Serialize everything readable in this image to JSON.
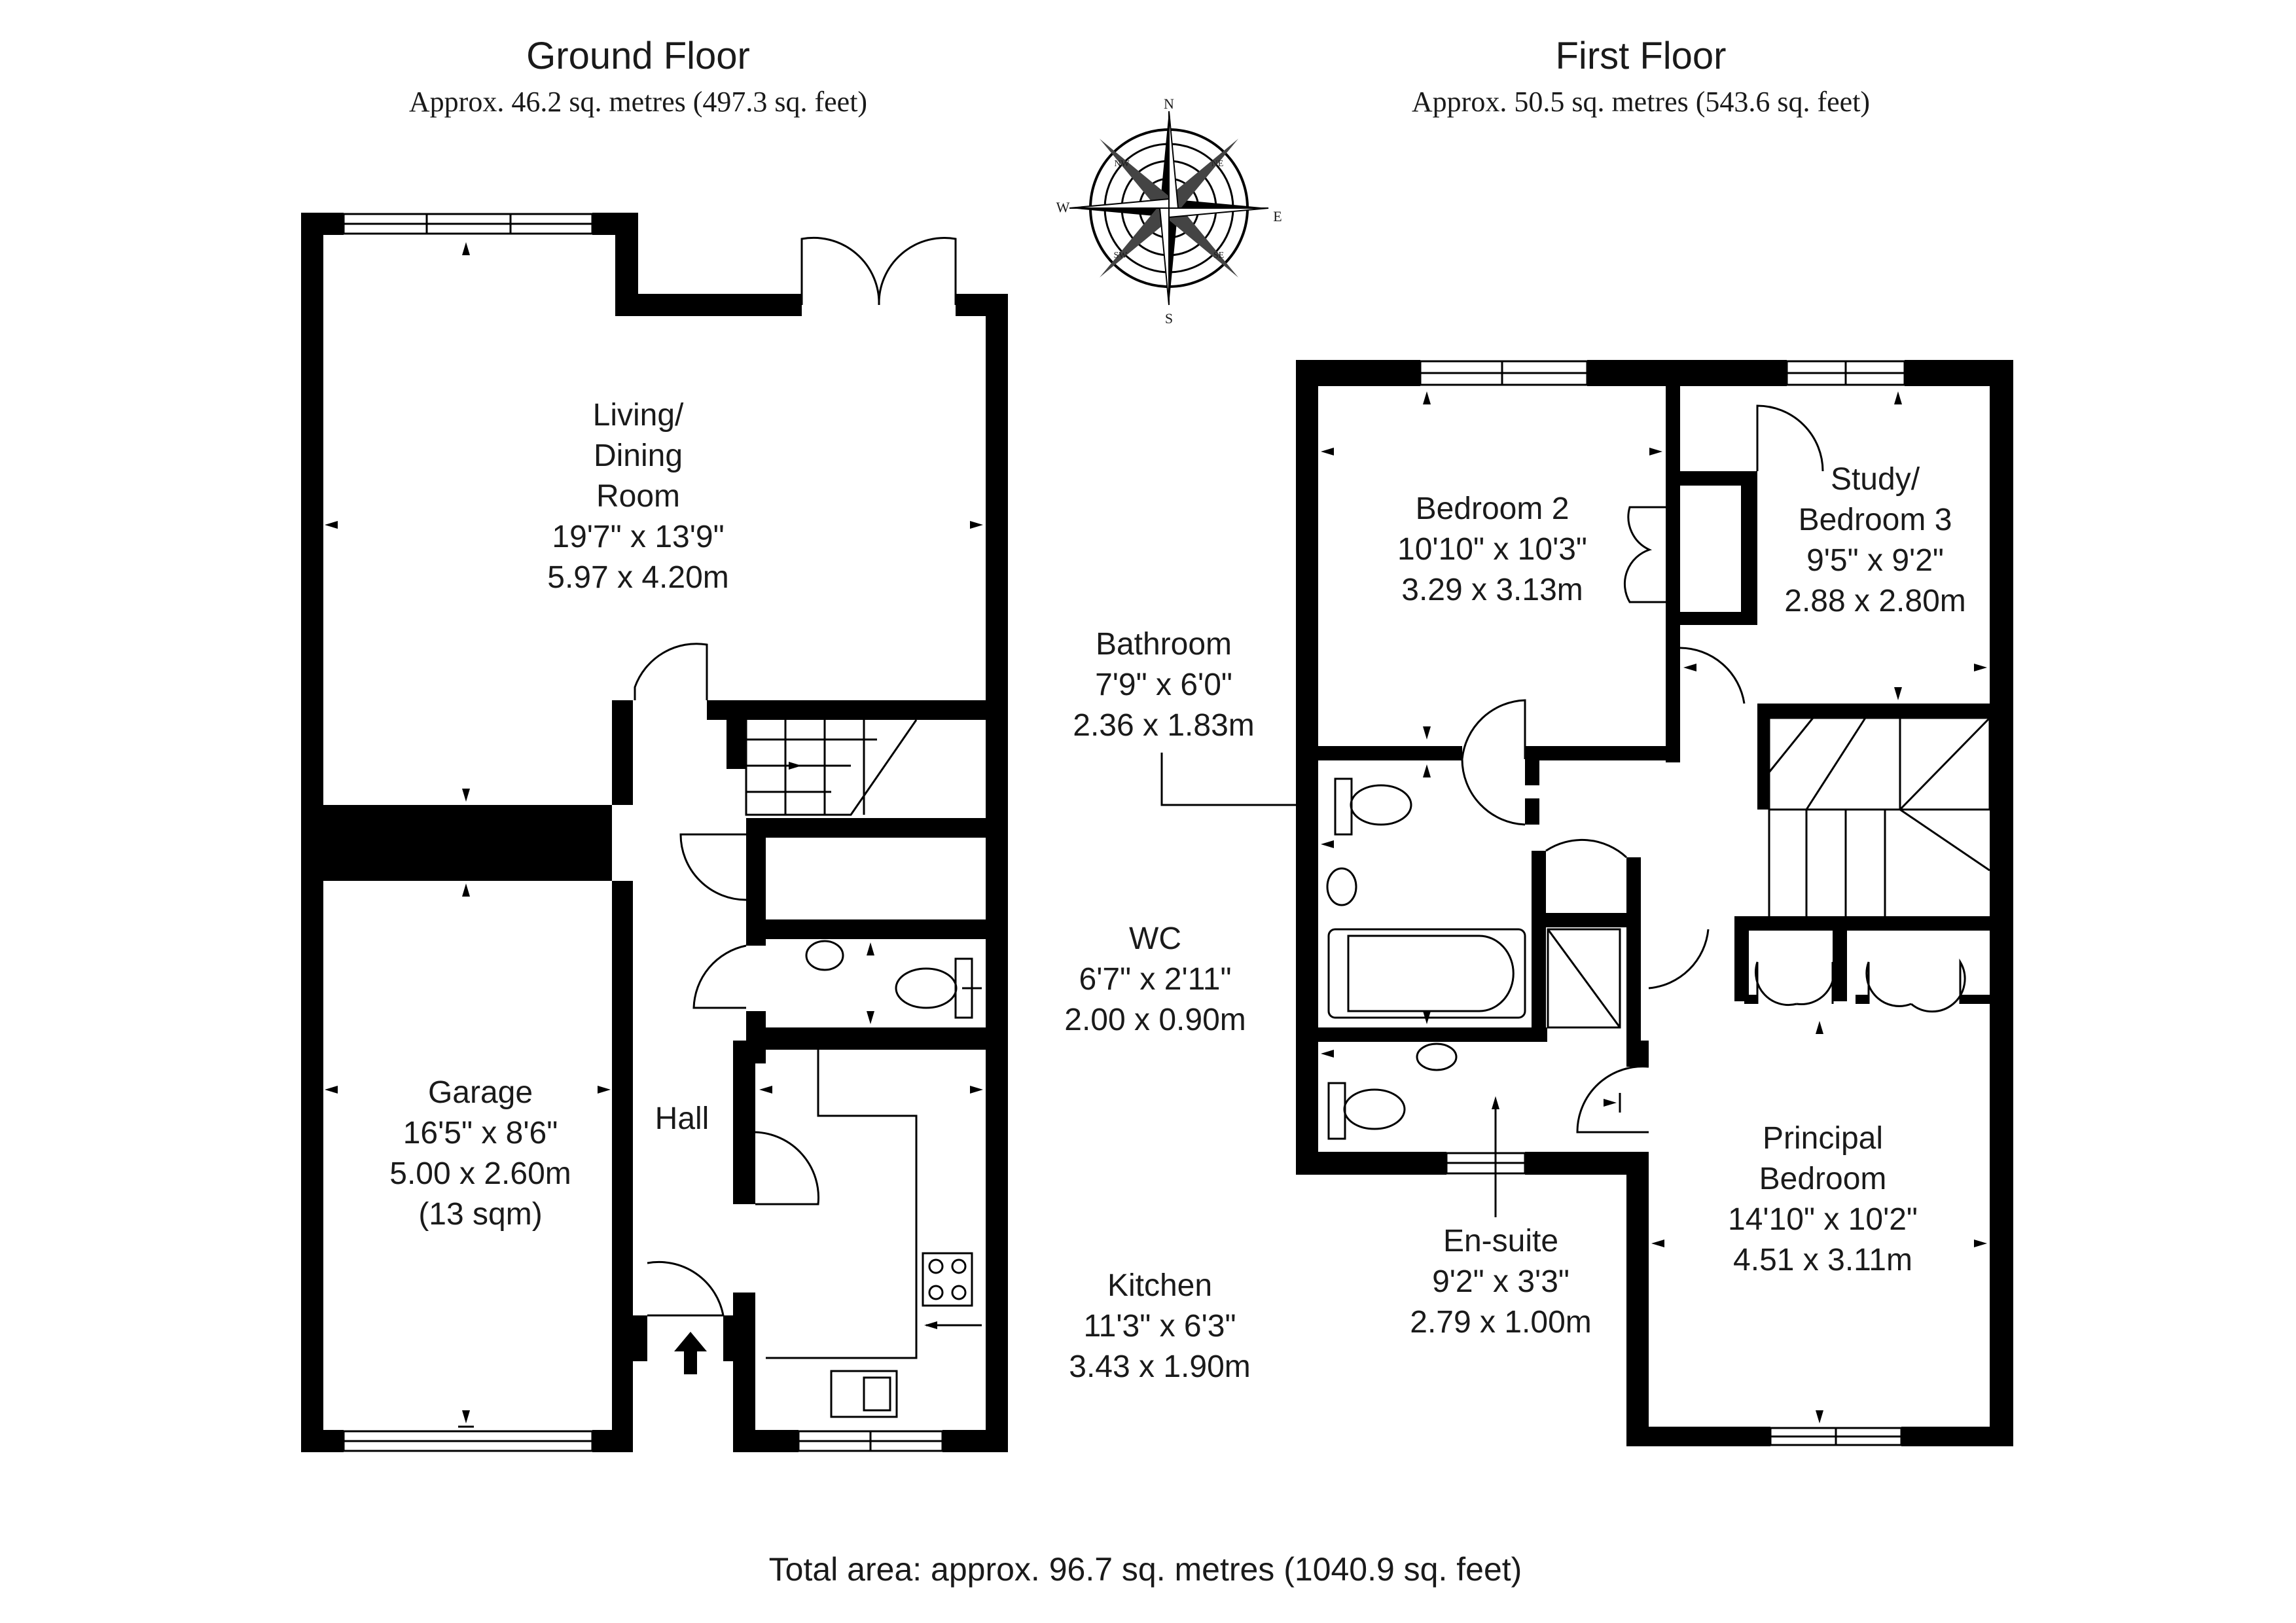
{
  "ground_floor": {
    "title": "Ground Floor",
    "area": "Approx. 46.2 sq. metres (497.3 sq. feet)",
    "rooms": {
      "living": [
        "Living/",
        "Dining",
        "Room",
        "19'7\" x 13'9\"",
        "5.97 x 4.20m"
      ],
      "garage": [
        "Garage",
        "16'5\" x 8'6\"",
        "5.00 x 2.60m",
        "(13 sqm)"
      ],
      "hall": [
        "Hall"
      ],
      "wc": [
        "WC",
        "6'7\" x 2'11\"",
        "2.00 x 0.90m"
      ],
      "kitchen": [
        "Kitchen",
        "11'3\" x 6'3\"",
        "3.43 x 1.90m"
      ]
    }
  },
  "first_floor": {
    "title": "First Floor",
    "area": "Approx. 50.5 sq. metres (543.6 sq. feet)",
    "rooms": {
      "bedroom2": [
        "Bedroom 2",
        "10'10\" x 10'3\"",
        "3.29 x 3.13m"
      ],
      "study": [
        "Study/",
        "Bedroom 3",
        "9'5\" x 9'2\"",
        "2.88 x 2.80m"
      ],
      "bathroom": [
        "Bathroom",
        "7'9\" x 6'0\"",
        "2.36 x 1.83m"
      ],
      "principal": [
        "Principal",
        "Bedroom",
        "14'10\" x 10'2\"",
        "4.51 x 3.11m"
      ],
      "ensuite": [
        "En-suite",
        "9'2\" x 3'3\"",
        "2.79 x 1.00m"
      ]
    }
  },
  "compass": {
    "n": "N",
    "s": "S",
    "e": "E",
    "w": "W",
    "ne": "NE",
    "nw": "NW",
    "se": "SE",
    "sw": "SW"
  },
  "total_area": "Total area: approx. 96.7 sq. metres (1040.9 sq. feet)"
}
